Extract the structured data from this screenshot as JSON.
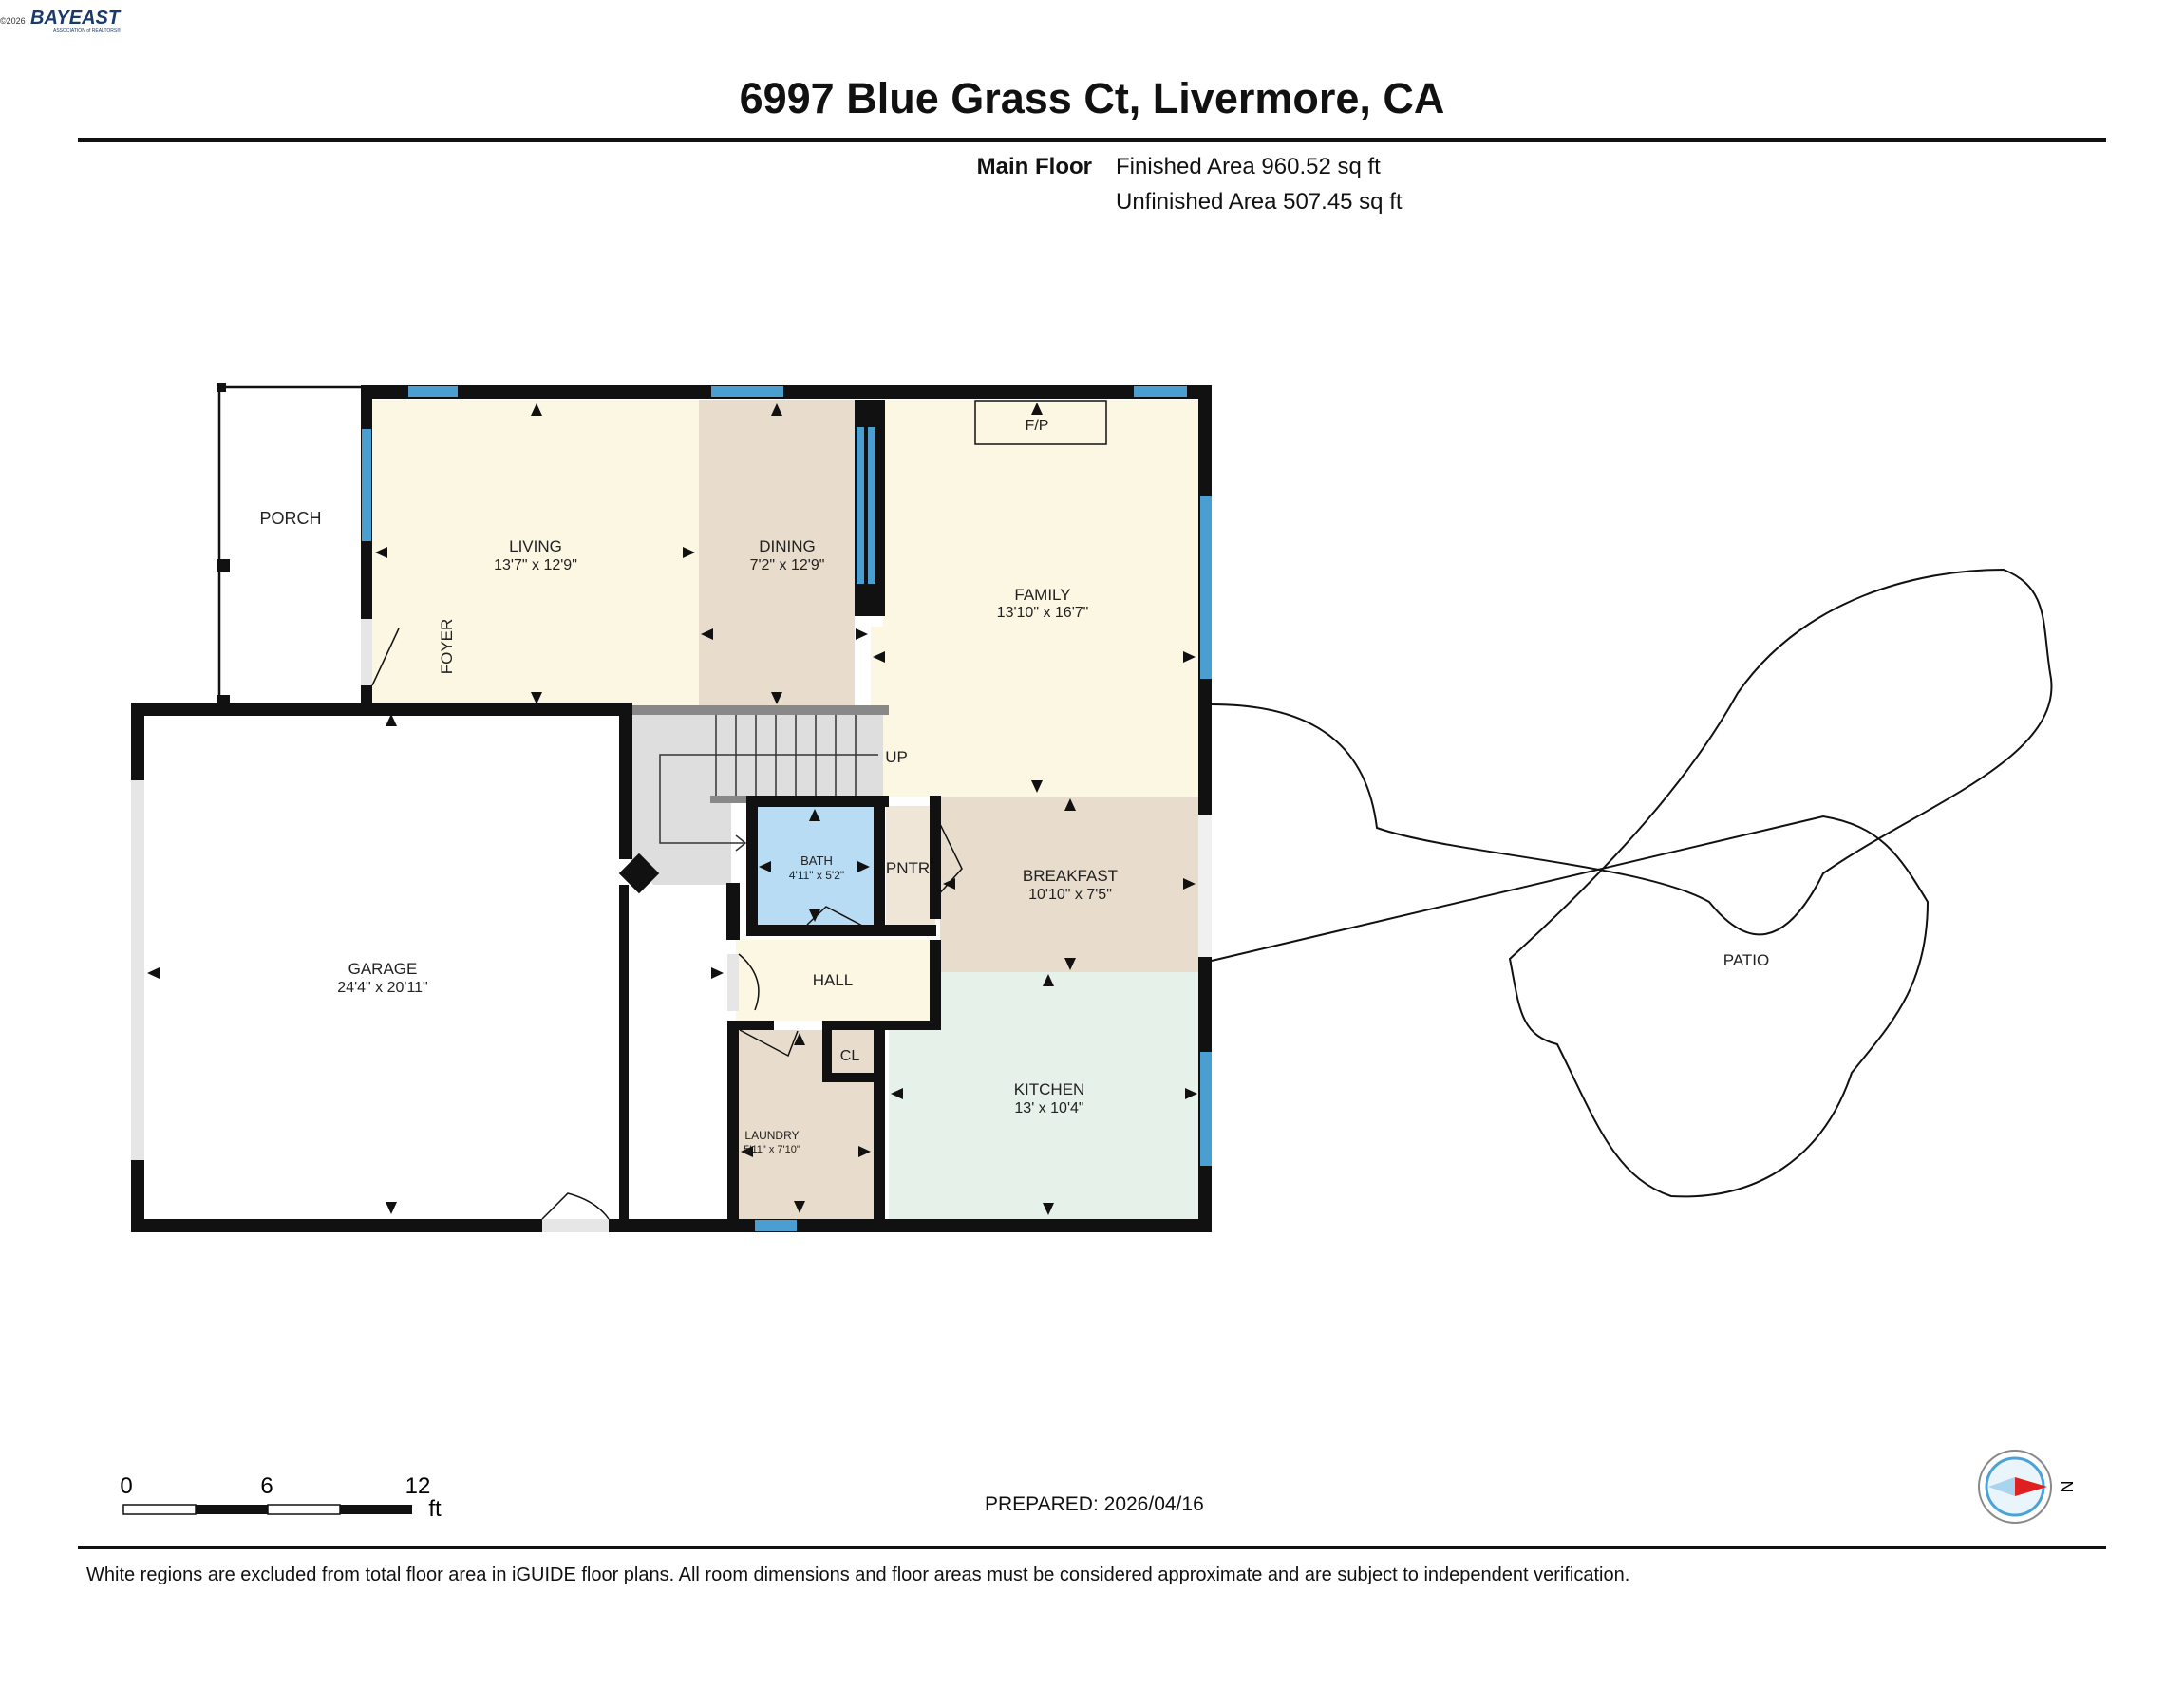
{
  "header": {
    "logo_text": "BAYEAST",
    "logo_subtext": "ASSOCIATION of REALTORS®",
    "copyright": "©2026",
    "title": "6997 Blue Grass Ct, Livermore, CA"
  },
  "area": {
    "floor_label": "Main Floor",
    "finished": "Finished Area 960.52 sq ft",
    "unfinished": "Unfinished Area 507.45 sq ft"
  },
  "rooms": {
    "porch": {
      "name": "PORCH"
    },
    "living": {
      "name": "LIVING",
      "dims": "13'7\" x 12'9\""
    },
    "dining": {
      "name": "DINING",
      "dims": "7'2\" x 12'9\""
    },
    "family": {
      "name": "FAMILY",
      "dims": "13'10\" x 16'7\""
    },
    "foyer": {
      "name": "FOYER"
    },
    "fireplace": {
      "name": "F/P"
    },
    "stairs": {
      "name": "UP"
    },
    "bath": {
      "name": "BATH",
      "dims": "4'11\" x 5'2\""
    },
    "pantry": {
      "name": "PNTR"
    },
    "breakfast": {
      "name": "BREAKFAST",
      "dims": "10'10\" x 7'5\""
    },
    "garage": {
      "name": "GARAGE",
      "dims": "24'4\" x 20'11\""
    },
    "hall": {
      "name": "HALL"
    },
    "closet": {
      "name": "CL"
    },
    "kitchen": {
      "name": "KITCHEN",
      "dims": "13' x 10'4\""
    },
    "laundry": {
      "name": "LAUNDRY",
      "dims": "5'11\" x 7'10\""
    },
    "patio": {
      "name": "PATIO"
    }
  },
  "scale_bar": {
    "ticks": [
      "0",
      "6",
      "12"
    ],
    "unit": "ft"
  },
  "compass": {
    "label": "N",
    "icon": "compass-icon"
  },
  "prepared": "PREPARED: 2026/04/16",
  "footer_note": "White regions are excluded from total floor area in iGUIDE floor plans. All room dimensions and floor areas must be considered approximate and are subject to independent verification.",
  "colors": {
    "living": "#fcf7e3",
    "dining": "#e8ddcc",
    "family": "#fcf7e3",
    "breakfast": "#e8ddcc",
    "kitchen": "#e6f1ea",
    "bath": "#b8dcf3",
    "laundry": "#e8ddcc",
    "hall": "#fcf7e3",
    "pantry": "#efe6d8",
    "stairs": "#dedede",
    "window": "#4a9ed0",
    "wall": "#111111",
    "compass_arrow": "#e02020",
    "compass_ring": "#4aa3d8"
  }
}
